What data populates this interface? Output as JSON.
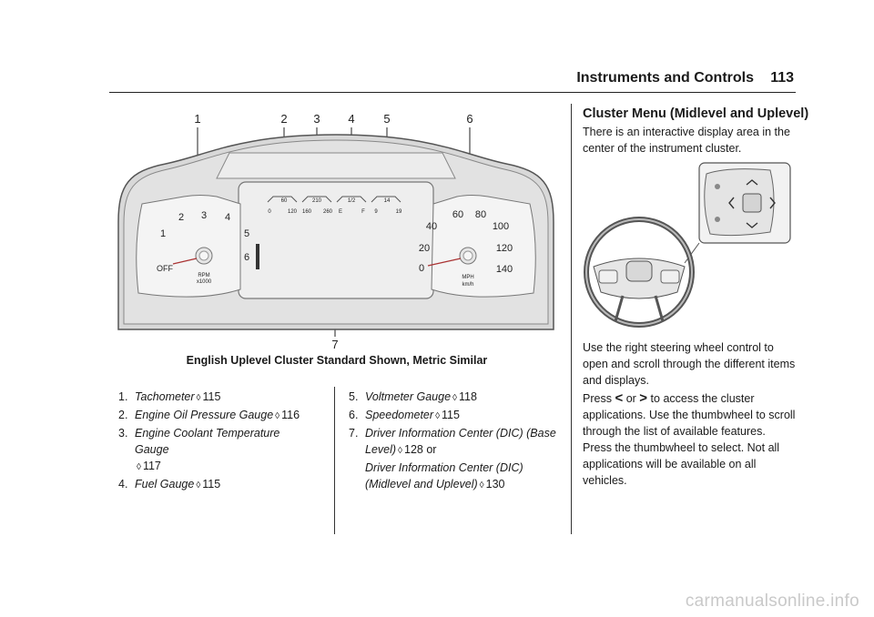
{
  "header": {
    "title": "Instruments and Controls",
    "page_number": "113"
  },
  "cluster": {
    "callouts": [
      "1",
      "2",
      "3",
      "4",
      "5",
      "6",
      "7"
    ],
    "tach": {
      "ticks": [
        "OFF",
        "1",
        "2",
        "3",
        "4",
        "5",
        "6"
      ],
      "unit_top": "RPM",
      "unit_bottom": "x1000"
    },
    "speedo": {
      "ticks": [
        "0",
        "20",
        "40",
        "60",
        "80",
        "100",
        "120",
        "140"
      ],
      "unit_top": "MPH",
      "unit_bottom": "km/h"
    },
    "mini_gauges": [
      {
        "top": "60",
        "left": "0",
        "right": "120"
      },
      {
        "top": "210",
        "left": "160",
        "right": "260"
      },
      {
        "top": "1/2",
        "left": "E",
        "right": "F"
      },
      {
        "top": "14",
        "left": "9",
        "right": "19"
      }
    ]
  },
  "caption": "English Uplevel Cluster Standard Shown, Metric Similar",
  "list_left": [
    {
      "num": "1.",
      "text": "Tachometer",
      "page": "115"
    },
    {
      "num": "2.",
      "text": "Engine Oil Pressure Gauge",
      "page": "116"
    },
    {
      "num": "3.",
      "text": "Engine Coolant Temperature Gauge",
      "page": "117"
    },
    {
      "num": "4.",
      "text": "Fuel Gauge",
      "page": "115"
    }
  ],
  "list_right": [
    {
      "num": "5.",
      "text": "Voltmeter Gauge",
      "page": "118"
    },
    {
      "num": "6.",
      "text": "Speedometer",
      "page": "115"
    },
    {
      "num": "7.",
      "text": "Driver Information Center (DIC) (Base Level)",
      "page": "128",
      "connector": "or",
      "text2": "Driver Information Center (DIC) (Midlevel and Uplevel)",
      "page2": "130"
    }
  ],
  "ref_symbol": "◊",
  "section": {
    "title": "Cluster Menu (Midlevel and Uplevel)",
    "p1": "There is an interactive display area in the center of the instrument cluster.",
    "p2": "Use the right steering wheel control to open and scroll through the different items and displays.",
    "p3_press": "Press",
    "p3_or": "or",
    "p3_rest": "to access the cluster applications. Use the thumbwheel to scroll through the list of available features. Press the thumbwheel to select. Not all applications will be available on all vehicles.",
    "left_chevron": "<",
    "right_chevron": ">"
  },
  "watermark": "carmanualsonline.info"
}
